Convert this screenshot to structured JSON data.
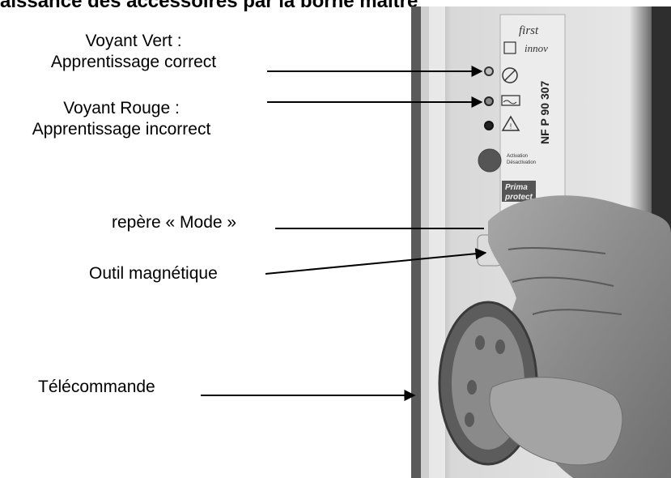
{
  "title": "aissance des accessoires par la borne maître",
  "labels": {
    "voyant_vert": [
      "Voyant Vert :",
      "Apprentissage correct"
    ],
    "voyant_rouge": [
      "Voyant Rouge :",
      "Apprentissage incorrect"
    ],
    "repere_mode": "repère « Mode »",
    "outil_magnetique": "Outil magnétique",
    "telecommande": "Télécommande"
  },
  "device": {
    "brand_first": "first",
    "brand_innov": "innov",
    "norm": "NF P 90 307",
    "activation": "Activation",
    "desactivation": "Désactivation",
    "prima": "Prima",
    "protect": "protect"
  }
}
